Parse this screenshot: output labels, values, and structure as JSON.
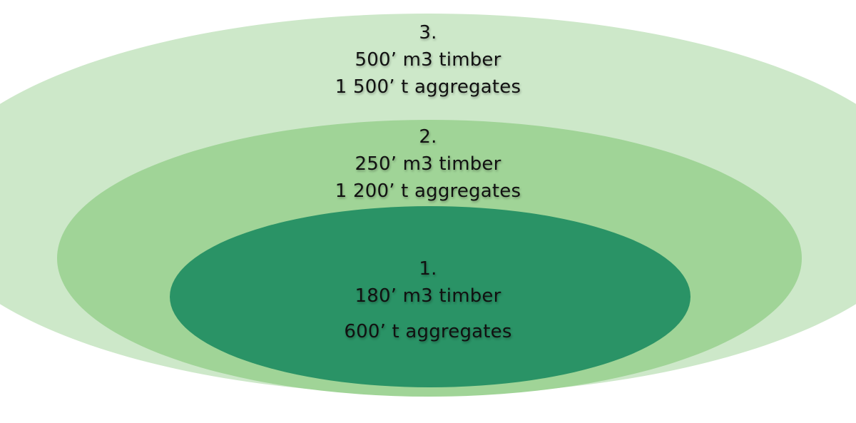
{
  "rings": [
    {
      "number": "3.",
      "timber": "500’ m3 timber",
      "aggregates": "1 500’ t aggregates",
      "color": "#cde8c9"
    },
    {
      "number": "2.",
      "timber": "250’ m3 timber",
      "aggregates": "1 200’ t aggregates",
      "color": "#a0d497"
    },
    {
      "number": "1.",
      "timber": "180’ m3 timber",
      "aggregates": "600’ t aggregates",
      "color": "#2a9366"
    }
  ]
}
